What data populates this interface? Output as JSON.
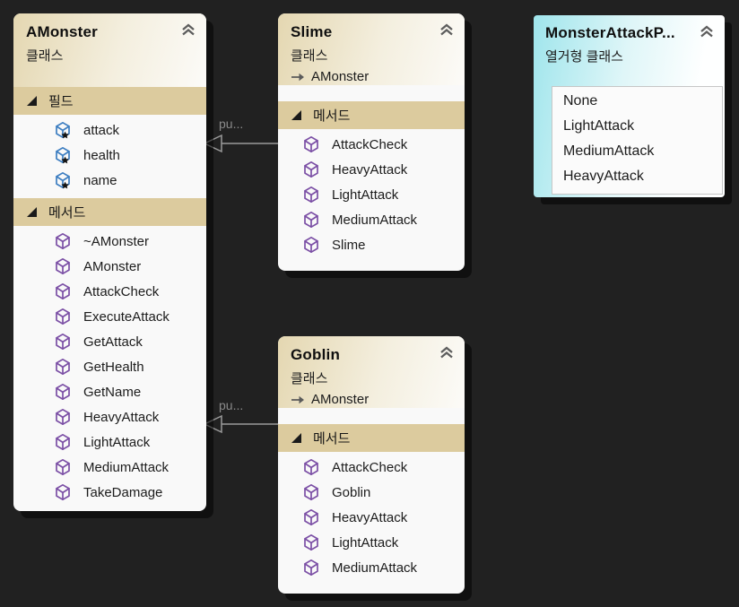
{
  "canvas": {
    "background": "#212121"
  },
  "colors": {
    "section_bar": "#DCCB9E",
    "class_header_tan": "#E4D7B1",
    "enum_header_cyan": "#9FE5EC",
    "method_icon": "#7B4FA5",
    "field_icon": "#3D7EC1",
    "connector": "#9B9B9B"
  },
  "nodes": {
    "amonster": {
      "title": "AMonster",
      "subtitle": "클래스",
      "fields_section_label": "필드",
      "methods_section_label": "메서드",
      "fields": [
        "attack",
        "health",
        "name"
      ],
      "methods": [
        "~AMonster",
        "AMonster",
        "AttackCheck",
        "ExecuteAttack",
        "GetAttack",
        "GetHealth",
        "GetName",
        "HeavyAttack",
        "LightAttack",
        "MediumAttack",
        "TakeDamage"
      ]
    },
    "slime": {
      "title": "Slime",
      "subtitle": "클래스",
      "base_type": "AMonster",
      "methods_section_label": "메서드",
      "methods": [
        "AttackCheck",
        "HeavyAttack",
        "LightAttack",
        "MediumAttack",
        "Slime"
      ]
    },
    "goblin": {
      "title": "Goblin",
      "subtitle": "클래스",
      "base_type": "AMonster",
      "methods_section_label": "메서드",
      "methods": [
        "AttackCheck",
        "Goblin",
        "HeavyAttack",
        "LightAttack",
        "MediumAttack"
      ]
    },
    "monster_attack_power": {
      "title": "MonsterAttackP...",
      "subtitle": "열거형 클래스",
      "members": [
        "None",
        "LightAttack",
        "MediumAttack",
        "HeavyAttack"
      ]
    }
  },
  "connectors": [
    {
      "label": "pu...",
      "from": "Slime",
      "to": "AMonster",
      "type": "inheritance"
    },
    {
      "label": "pu...",
      "from": "Goblin",
      "to": "AMonster",
      "type": "inheritance"
    }
  ]
}
